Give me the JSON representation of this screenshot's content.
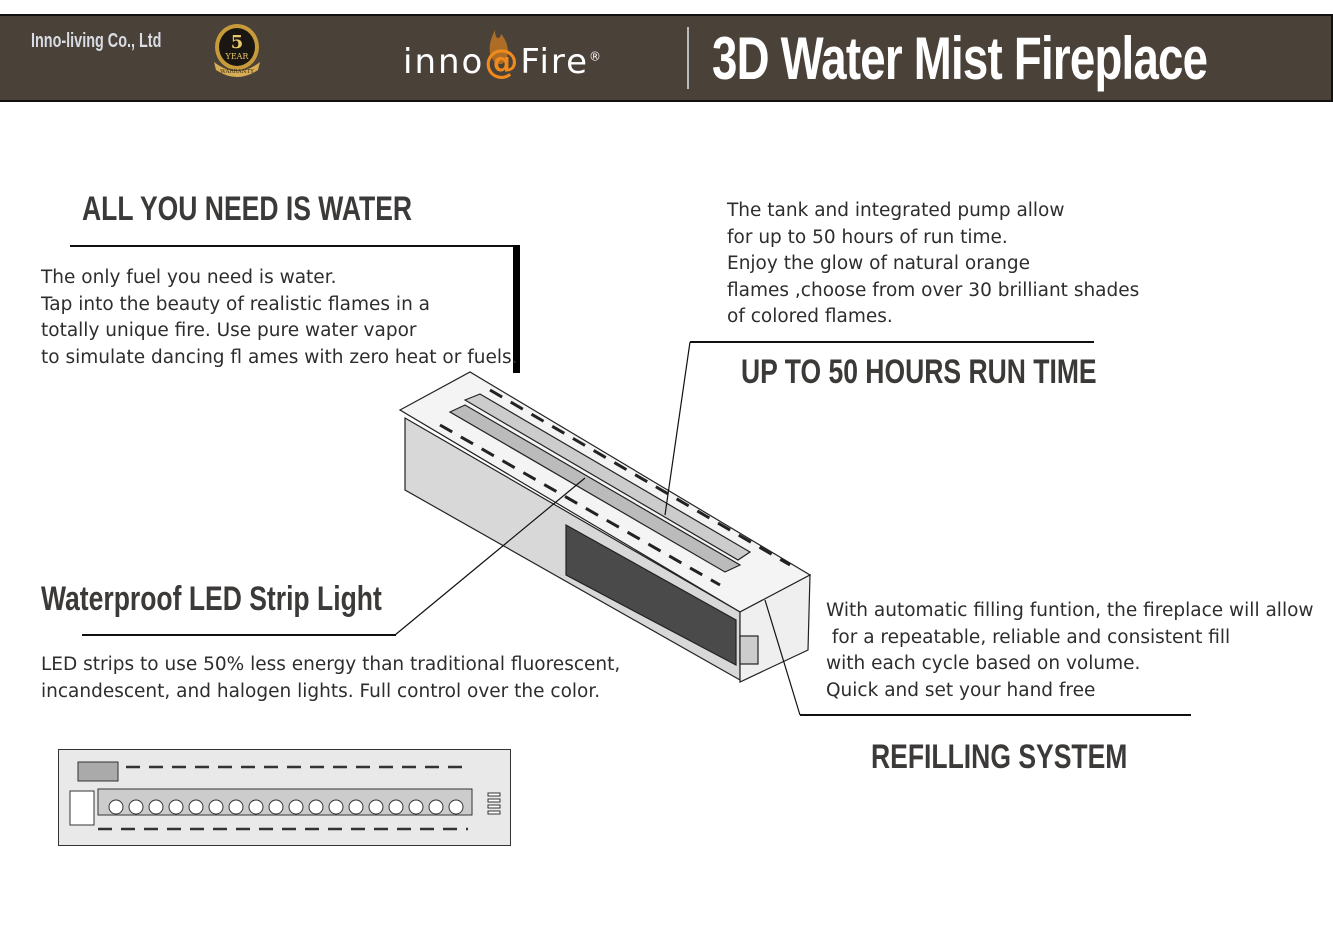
{
  "header": {
    "company": "Inno-living Co., Ltd",
    "warranty_badge": {
      "number": "5",
      "line1": "YEAR",
      "line2": "WARRANTY"
    },
    "logo": {
      "left": "inno",
      "at": "@",
      "right": "Fire",
      "registered": "®"
    },
    "title": "3D Water Mist Fireplace"
  },
  "sections": {
    "water": {
      "heading": "ALL YOU NEED IS WATER",
      "lines": [
        "The only fuel you need is water.",
        "Tap into the beauty of realistic flames in a",
        "totally unique fire. Use pure water vapor",
        "to simulate dancing fl ames with zero heat or fuels."
      ]
    },
    "runtime": {
      "heading": "UP TO 50 HOURS RUN TIME",
      "lines": [
        "The tank and integrated pump allow",
        "for up to 50 hours of run time.",
        "Enjoy the glow of natural orange",
        "flames ,choose from over 30 brilliant shades",
        "of colored flames."
      ]
    },
    "led": {
      "heading": "Waterproof LED Strip Light",
      "lines": [
        "LED strips to use 50% less energy than traditional fluorescent,",
        "incandescent, and halogen lights. Full control over the color."
      ]
    },
    "refill": {
      "heading": "REFILLING SYSTEM",
      "lines": [
        "With automatic filling funtion, the fireplace will allow",
        " for a repeatable, reliable and consistent fill",
        "with each cycle based on volume.",
        "Quick and set your hand free"
      ]
    }
  },
  "colors": {
    "header_bg": "#4a4139",
    "flame": "#f08a1c"
  }
}
